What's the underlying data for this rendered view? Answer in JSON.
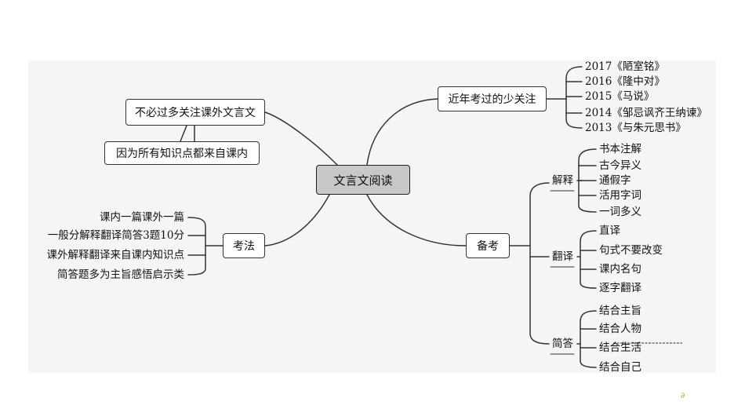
{
  "center": "文言文阅读",
  "top_left": {
    "note": "不必过多关注课外文言文",
    "reason": "因为所有知识点都来自课内"
  },
  "kaofa": {
    "label": "考法",
    "items": [
      "课内一篇课外一篇",
      "一般分解释翻译简答3题10分",
      "课外解释翻译来自课内知识点",
      "简答题多为主旨感悟启示类"
    ]
  },
  "recent": {
    "label": "近年考过的少关注",
    "items": [
      "2017《陋室铭》",
      "2016《隆中对》",
      "2015《马说》",
      "2014《邹忌讽齐王纳谏》",
      "2013《与朱元思书》"
    ]
  },
  "beikao": {
    "label": "备考",
    "groups": [
      {
        "name": "解释",
        "items": [
          "书本注解",
          "古今异义",
          "通假字",
          "活用字词",
          "一词多义"
        ]
      },
      {
        "name": "翻译",
        "items": [
          "直译",
          "句式不要改变",
          "课内名句",
          "逐字翻译"
        ]
      },
      {
        "name": "简答",
        "items": [
          "结合主旨",
          "结合人物",
          "结合生活",
          "结合自己"
        ]
      }
    ]
  },
  "colors": {
    "panel": "#f5f5f5",
    "center_fill": "#c8c8c8",
    "line": "#333333"
  }
}
